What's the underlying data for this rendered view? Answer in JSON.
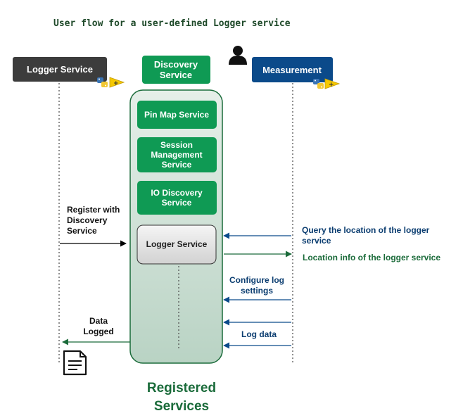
{
  "title": "User flow for a user-defined Logger service",
  "colors": {
    "title_text": "#1f4a2a",
    "logger_header_bg": "#3c3c3c",
    "discovery_green": "#0f9a54",
    "measurement_blue": "#0b4a8a",
    "registry_fill": "#cfe0d6",
    "registry_border": "#1a6b3a",
    "arrow_blue": "#0b4a8a",
    "arrow_green": "#1b6b3a",
    "registered_text": "#1a6b3a"
  },
  "participants": {
    "logger": {
      "label": "Logger Service"
    },
    "discovery": {
      "label_line1": "Discovery",
      "label_line2": "Service"
    },
    "measurement": {
      "label": "Measurement",
      "icon": "user-icon"
    }
  },
  "registry": {
    "services": [
      {
        "lines": [
          "Pin Map Service"
        ]
      },
      {
        "lines": [
          "Session",
          "Management",
          "Service"
        ]
      },
      {
        "lines": [
          "IO Discovery",
          "Service"
        ]
      }
    ],
    "logger_box": {
      "label": "Logger Service"
    },
    "caption_line1": "Registered",
    "caption_line2": "Services"
  },
  "messages": {
    "register": {
      "line1": "Register with",
      "line2": "Discovery",
      "line3": "Service"
    },
    "query": {
      "line1": "Query the location of the logger",
      "line2": "service"
    },
    "location_info": {
      "label": "Location info of the logger service"
    },
    "configure": {
      "line1": "Configure log",
      "line2": "settings"
    },
    "log_data": {
      "label": "Log data"
    },
    "data_logged": {
      "line1": "Data",
      "line2": "Logged"
    }
  },
  "icons": {
    "python": "python-icon",
    "labview": "labview-icon",
    "document": "document-icon"
  }
}
